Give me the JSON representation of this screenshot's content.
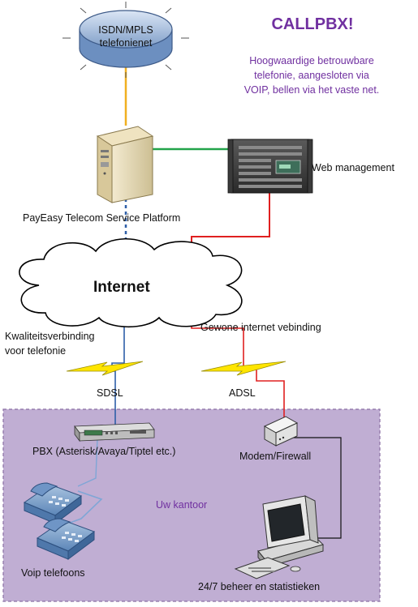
{
  "brand": {
    "title": "CALLPBX!",
    "tagline": [
      "Hoogwaardige betrouwbare",
      "telefonie, aangesloten via",
      "VOIP, bellen via het vaste net."
    ],
    "title_color": "#7030a0",
    "office_color": "#b8a6c8"
  },
  "nodes": {
    "isdn": [
      "ISDN/MPLS",
      "telefonienet"
    ],
    "platform": "PayEasy Telecom Service Platform",
    "web_management": "Web management",
    "internet": "Internet",
    "quality_link": [
      "Kwaliteitsverbinding",
      "voor telefonie"
    ],
    "regular_link": "Gewone internet vebinding",
    "sdsl": "SDSL",
    "adsl": "ADSL",
    "pbx": "PBX (Asterisk/Avaya/Tiptel etc.)",
    "modem": "Modem/Firewall",
    "office": "Uw kantoor",
    "phones": "Voip telefoons",
    "stats": "24/7 beheer en statistieken"
  },
  "icons": {
    "cloud_top": "isdn-cloud-icon",
    "server": "server-tower-icon",
    "rack": "rack-server-icon",
    "internet_cloud": "internet-cloud-icon",
    "pbx": "pbx-device-icon",
    "modem": "modem-icon",
    "phone": "phone-icon",
    "computer": "computer-icon",
    "lightning": "lightning-icon"
  }
}
